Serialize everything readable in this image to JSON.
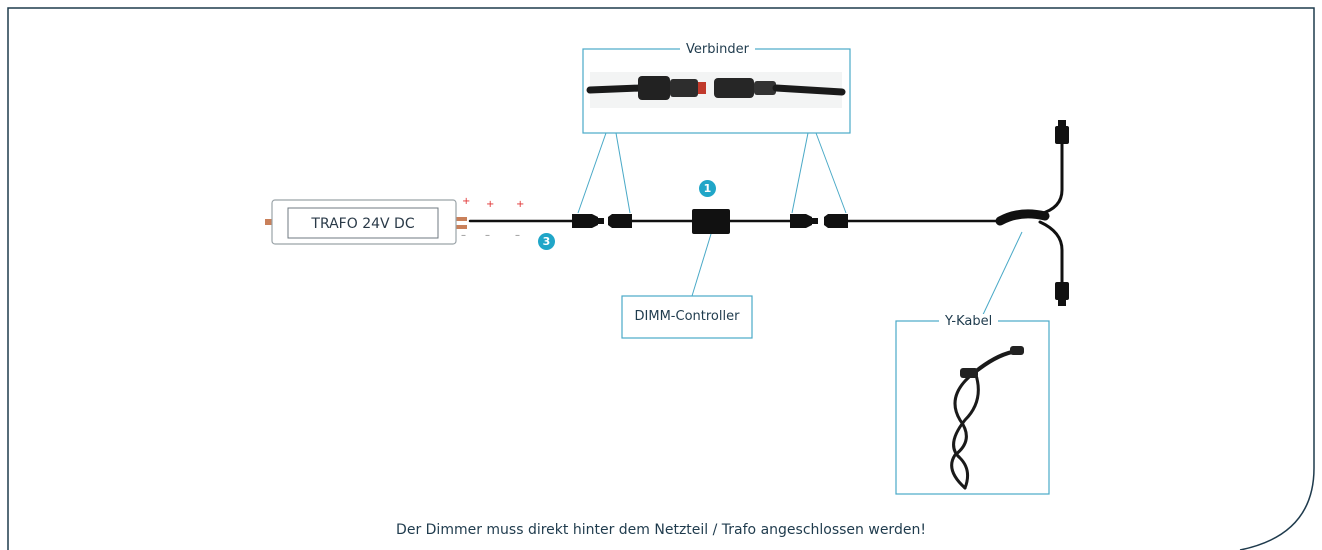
{
  "diagram": {
    "labels": {
      "connector": "Verbinder",
      "power_supply": "TRAFO 24V DC",
      "dimm_controller": "DIMM-Controller",
      "y_cable": "Y-Kabel"
    },
    "badges": {
      "badge_1": "1",
      "badge_3": "3"
    },
    "polarity": {
      "plus": "+",
      "minus": "–"
    },
    "note": "Der Dimmer muss direkt hinter dem Netzteil / Trafo angeschlossen werden!"
  },
  "colors": {
    "frame": "#1f3b4d",
    "callout": "#4aa9c7",
    "badge": "#20a6c8",
    "cable": "#111111"
  }
}
